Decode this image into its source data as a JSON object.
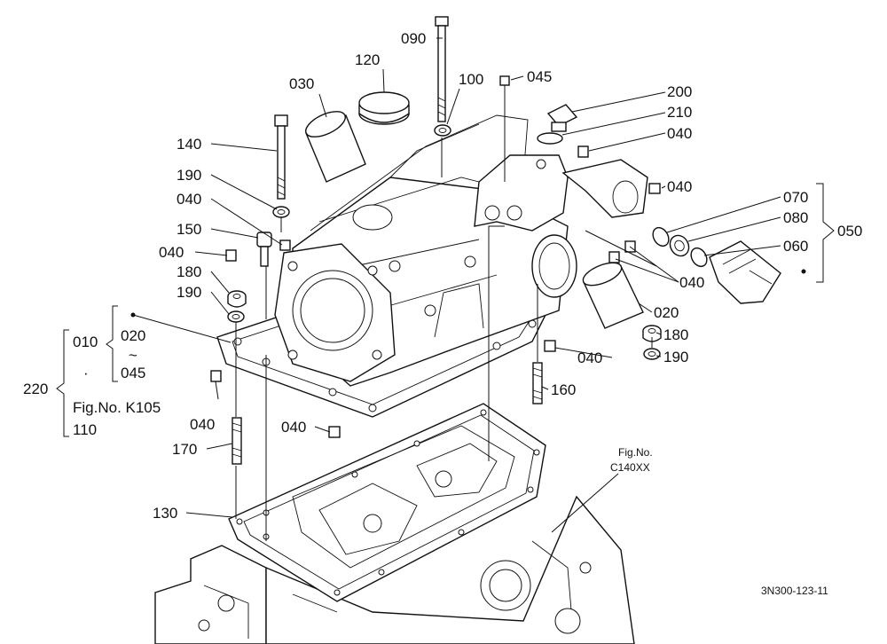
{
  "diagram": {
    "callouts": [
      {
        "id": "c-090",
        "text": "090"
      },
      {
        "id": "c-120",
        "text": "120"
      },
      {
        "id": "c-030",
        "text": "030"
      },
      {
        "id": "c-100",
        "text": "100"
      },
      {
        "id": "c-045a",
        "text": "045"
      },
      {
        "id": "c-200",
        "text": "200"
      },
      {
        "id": "c-210",
        "text": "210"
      },
      {
        "id": "c-040a",
        "text": "040"
      },
      {
        "id": "c-140",
        "text": "140"
      },
      {
        "id": "c-190a",
        "text": "190"
      },
      {
        "id": "c-040b",
        "text": "040"
      },
      {
        "id": "c-040c",
        "text": "040"
      },
      {
        "id": "c-150",
        "text": "150"
      },
      {
        "id": "c-040d",
        "text": "040"
      },
      {
        "id": "c-070",
        "text": "070"
      },
      {
        "id": "c-080",
        "text": "080"
      },
      {
        "id": "c-050",
        "text": "050"
      },
      {
        "id": "c-060",
        "text": "060"
      },
      {
        "id": "c-180a",
        "text": "180"
      },
      {
        "id": "c-190b",
        "text": "190"
      },
      {
        "id": "c-040e",
        "text": "040"
      },
      {
        "id": "c-020",
        "text": "020"
      },
      {
        "id": "c-180b",
        "text": "180"
      },
      {
        "id": "c-190c",
        "text": "190"
      },
      {
        "id": "c-040f",
        "text": "040"
      },
      {
        "id": "c-160",
        "text": "160"
      },
      {
        "id": "c-040g",
        "text": "040"
      },
      {
        "id": "c-040h",
        "text": "040"
      },
      {
        "id": "c-170",
        "text": "170"
      },
      {
        "id": "c-130",
        "text": "130"
      }
    ],
    "group_220": {
      "label": "220",
      "line1": "010",
      "line2": "020",
      "tilde": "~",
      "line3": "045",
      "dot": "·",
      "line4": "Fig.No. K105",
      "line5": "110"
    },
    "fig_ref": {
      "line1": "Fig.No.",
      "line2": "C140XX"
    },
    "drawing_code": "3N300-123-11"
  }
}
